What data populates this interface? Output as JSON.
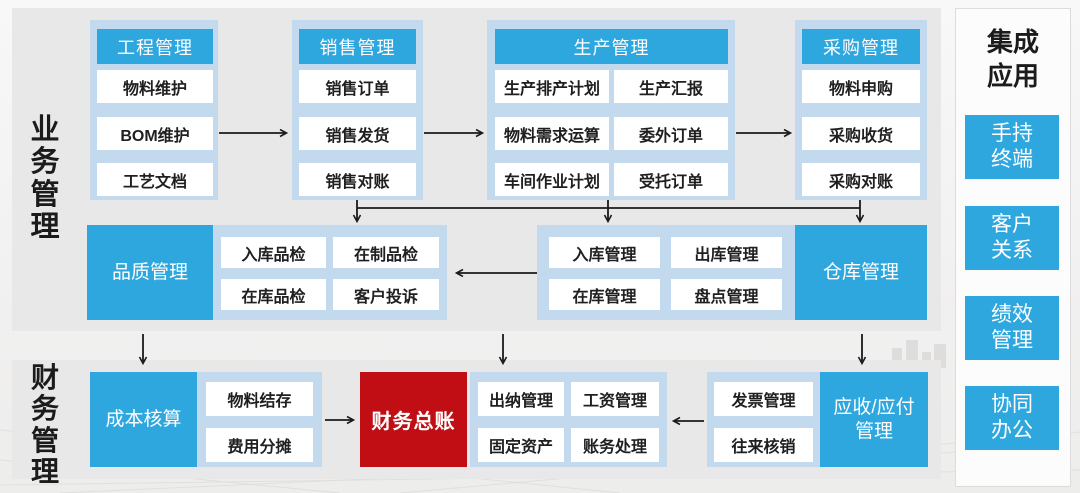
{
  "palette": {
    "blue": "#2ea7df",
    "light_blue": "#c2d9ee",
    "red": "#c00e14",
    "band_gray": "#e9e8e8",
    "arrow": "#1a1a1a"
  },
  "business": {
    "label": "业务管理",
    "columns": [
      {
        "header": "工程管理",
        "items": [
          "物料维护",
          "BOM维护",
          "工艺文档"
        ]
      },
      {
        "header": "销售管理",
        "items": [
          "销售订单",
          "销售发货",
          "销售对账"
        ]
      },
      {
        "header": "生产管理",
        "items": [
          "生产排产计划",
          "生产汇报",
          "物料需求运算",
          "委外订单",
          "车间作业计划",
          "受托订单"
        ]
      },
      {
        "header": "采购管理",
        "items": [
          "物料申购",
          "采购收货",
          "采购对账"
        ]
      }
    ],
    "quality": {
      "label": "品质管理",
      "items": [
        "入库品检",
        "在制品检",
        "在库品检",
        "客户投诉"
      ]
    },
    "warehouse": {
      "label": "仓库管理",
      "items": [
        "入库管理",
        "出库管理",
        "在库管理",
        "盘点管理"
      ]
    }
  },
  "finance": {
    "label": "财务管理",
    "cost_label": "成本核算",
    "cost_items": [
      "物料结存",
      "费用分摊"
    ],
    "ledger_label": "财务总账",
    "cashier_items": [
      "出纳管理",
      "工资管理",
      "固定资产",
      "账务处理"
    ],
    "invoice_items": [
      "发票管理",
      "往来核销"
    ],
    "arap_label": "应收/应付管理"
  },
  "sidebar": {
    "title": "集成应用",
    "items": [
      "手持终端",
      "客户关系",
      "绩效管理",
      "协同办公"
    ]
  }
}
